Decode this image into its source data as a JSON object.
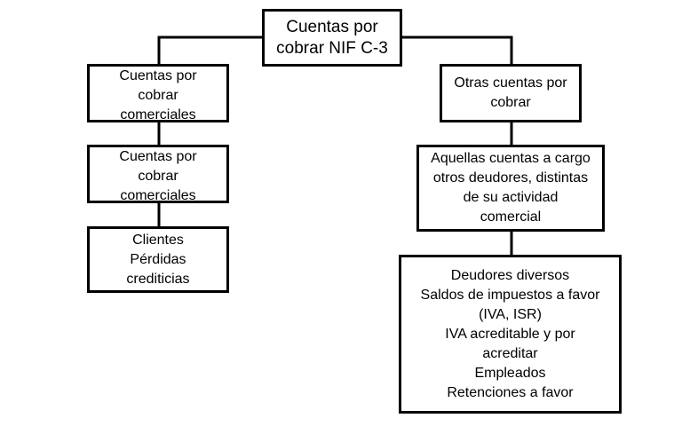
{
  "diagram": {
    "root": {
      "lines": [
        "Cuentas por",
        "cobrar NIF C-3"
      ]
    },
    "left": [
      {
        "lines": [
          "Cuentas por",
          "cobrar",
          "comerciales"
        ]
      },
      {
        "lines": [
          "Cuentas por",
          "cobrar",
          "comerciales"
        ]
      },
      {
        "lines": [
          "Clientes",
          "Pérdidas",
          "crediticias"
        ]
      }
    ],
    "right": [
      {
        "lines": [
          "Otras cuentas por",
          "cobrar"
        ]
      },
      {
        "lines": [
          "Aquellas cuentas a cargo",
          "otros deudores, distintas",
          "de su actividad",
          "comercial"
        ]
      },
      {
        "lines": [
          "Deudores diversos",
          "Saldos de impuestos a favor",
          "(IVA, ISR)",
          "IVA acreditable y por",
          "acreditar",
          "Empleados",
          "Retenciones a favor"
        ]
      }
    ]
  }
}
